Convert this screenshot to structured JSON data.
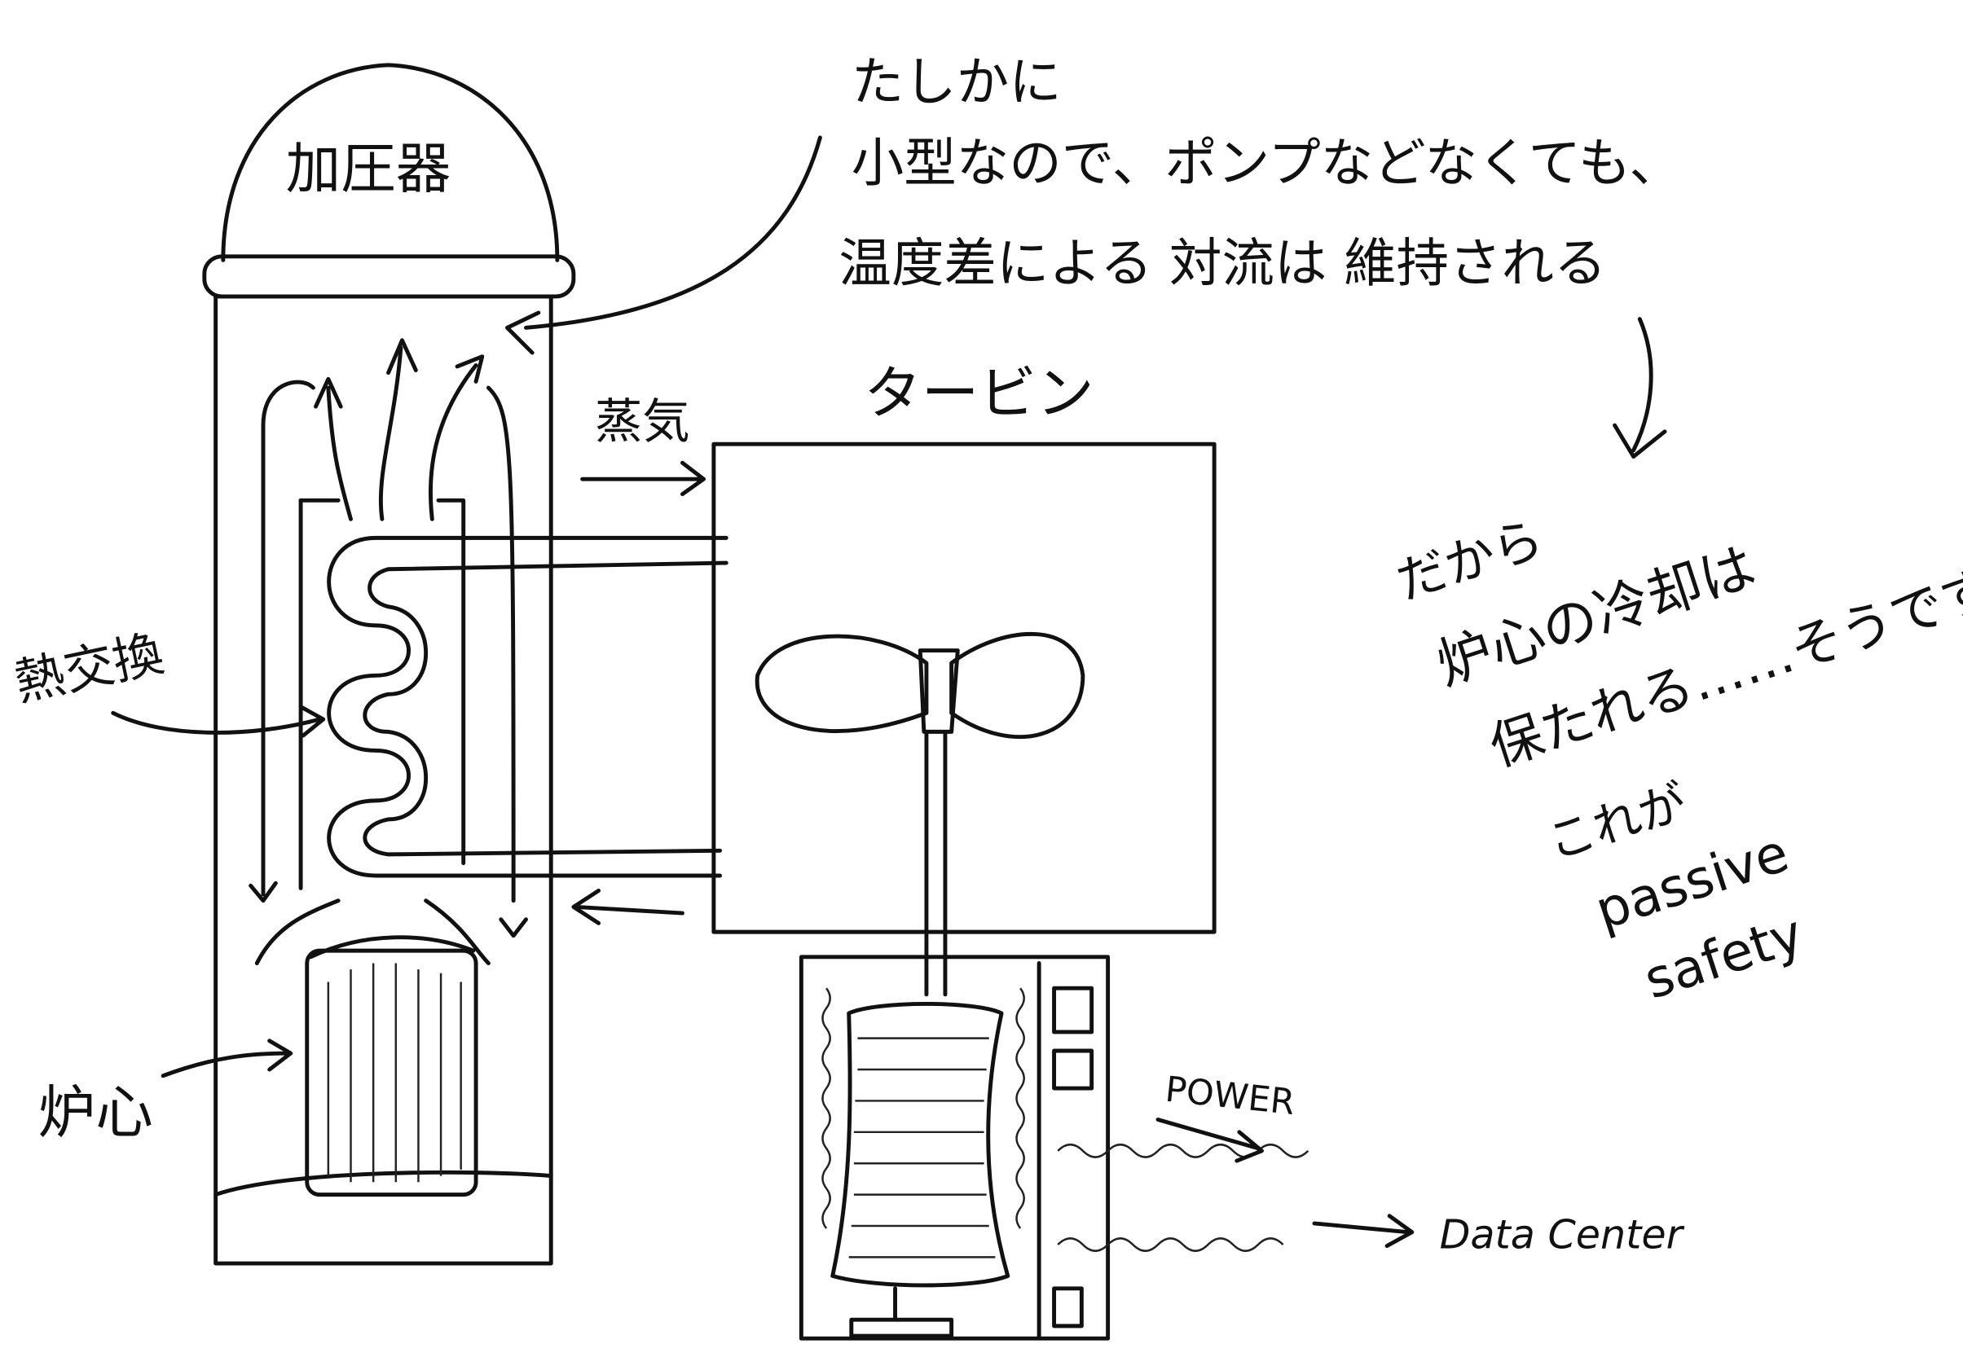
{
  "labels": {
    "pressurizer": "加圧器",
    "turbine": "タービン",
    "steam": "蒸気",
    "heat_exchanger": "熱交換",
    "core": "炉心",
    "power": "POWER",
    "data_center": "Data Center"
  },
  "notes": {
    "line1": "たしかに",
    "line2": "小型なので、ポンプなどなくても、",
    "line3": "温度差による 対流は 維持される",
    "conclusion": [
      "だから",
      "炉心の冷却は",
      "保たれる……そうです",
      "これが",
      "passive",
      "safety"
    ]
  }
}
